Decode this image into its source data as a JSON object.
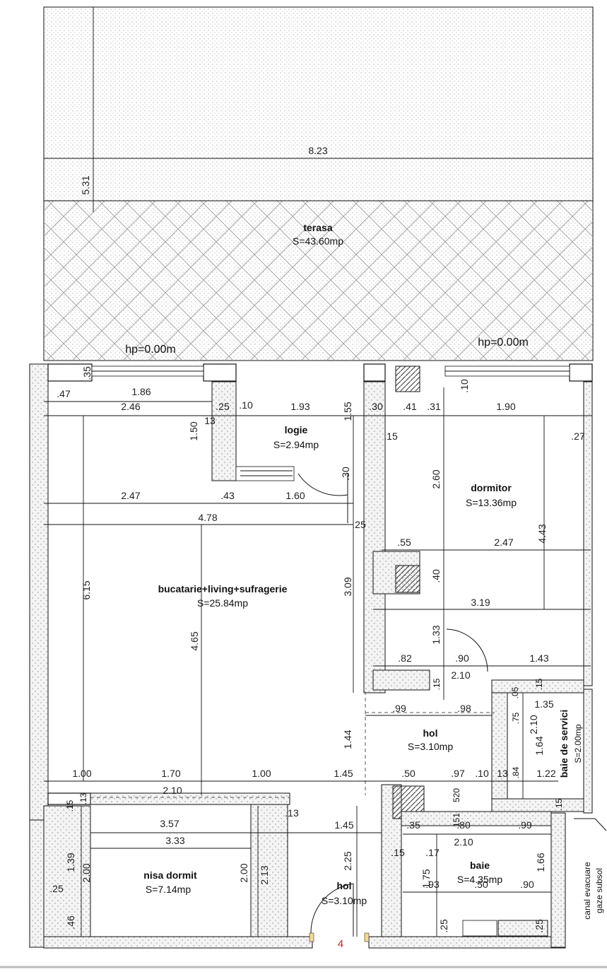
{
  "rooms": {
    "terasa": {
      "name": "terasa",
      "area": "S=43.60mp"
    },
    "logie": {
      "name": "logie",
      "area": "S=2.94mp"
    },
    "dormitor": {
      "name": "dormitor",
      "area": "S=13.36mp"
    },
    "living": {
      "name": "bucatarie+living+sufragerie",
      "area": "S=25.84mp"
    },
    "hol_upper": {
      "name": "hol",
      "area": "S=3.10mp"
    },
    "baie_serviciu": {
      "name": "baie de servici",
      "area": "S=2.00mp"
    },
    "nisa": {
      "name": "nisa dormit",
      "area": "S=7.14mp"
    },
    "hol_lower": {
      "name": "hol",
      "area": "S=3.10mp"
    },
    "baie": {
      "name": "baie",
      "area": "S=4.35mp"
    }
  },
  "levels": {
    "left": "hp=0.00m",
    "right": "hp=0.00m"
  },
  "note": {
    "line1": "canal evacuare",
    "line2": "gaze subsol"
  },
  "entrance_number": "4",
  "dims": {
    "d823": "8.23",
    "d531": "5.31",
    "d035": ".35",
    "d047": ".47",
    "d186": "1.86",
    "d246": "2.46",
    "d025a": ".25",
    "d010a": ".10",
    "d013": "13",
    "d193": "1.93",
    "d155": "1.55",
    "d150": "1.50",
    "d030a": ".30",
    "d041": ".41",
    "d031": ".31",
    "d190": "1.90",
    "d010b": ".10",
    "d015a": ".15",
    "d027": ".27",
    "d030b": ".30",
    "d260": "2.60",
    "d247": "2.47",
    "d043": ".43",
    "d160": "1.60",
    "d478": "4.78",
    "d025b": ".25",
    "d055": ".55",
    "d247b": "2.47",
    "d443": "4.43",
    "d615": "6.15",
    "d309": "3.09",
    "d040": ".40",
    "d319": "3.19",
    "d465": "4.65",
    "d133": "1.33",
    "d082": ".82",
    "d090": ".90",
    "d143": "1.43",
    "d015b": ".15",
    "d210a": "2.10",
    "d005": ".05",
    "d015c": ".15",
    "d099a": ".99",
    "d098": ".98",
    "d135": "1.35",
    "d075": ".75",
    "d210b": "2.10",
    "d164": "1.64",
    "d144": "1.44",
    "d100a": "1.00",
    "d170": "1.70",
    "d100b": "1.00",
    "d145a": "1.45",
    "d050a": ".50",
    "d097": ".97",
    "d010c": ".10",
    "d013b": "13",
    "d084": ".84",
    "d122": "1.22",
    "d210c": "2.10",
    "d015d": ".15",
    "d013c": ".13",
    "d520": "520",
    "d013d": ".13",
    "d357": "3.57",
    "d145b": "1.45",
    "d035b": ".35",
    "d151": "151",
    "d080": ".80",
    "d099b": ".99",
    "d015e": ".15",
    "d333": "3.33",
    "d210d": "2.10",
    "d139": "1.39",
    "d200a": "2.00",
    "d025c": ".25",
    "d046": ".46",
    "d200b": "2.00",
    "d213": "2.13",
    "d225": "2.25",
    "d015f": ".15",
    "d017": ".17",
    "d175": "1.75",
    "d166": "1.66",
    "d093": ".93",
    "d050b": ".50",
    "d090b": ".90",
    "d025d": ".25",
    "d025e": ".25"
  },
  "colors": {
    "wall": "#111111",
    "entrance": "#c62828",
    "background": "#ffffff"
  }
}
